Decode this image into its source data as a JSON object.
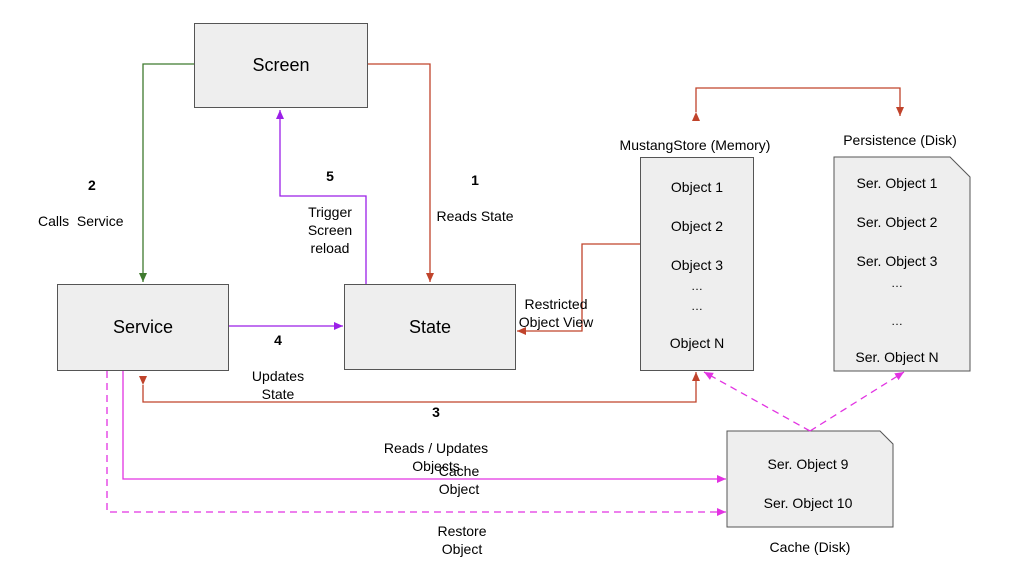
{
  "nodes": {
    "screen": "Screen",
    "service": "Service",
    "state": "State"
  },
  "mustang_store": {
    "caption": "MustangStore (Memory)",
    "items": [
      "Object 1",
      "Object 2",
      "Object 3",
      "…",
      "…",
      "Object N"
    ]
  },
  "persistence": {
    "caption": "Persistence (Disk)",
    "items": [
      "Ser. Object 1",
      "Ser. Object 2",
      "Ser. Object 3",
      "…",
      "…",
      "Ser. Object N"
    ]
  },
  "cache": {
    "caption": "Cache (Disk)",
    "items": [
      "Ser. Object 9",
      "Ser. Object 10"
    ]
  },
  "edges": {
    "reads_state": {
      "step": "1",
      "text": "Reads State"
    },
    "calls_service": {
      "step": "2",
      "text": "Calls  Service"
    },
    "reads_updates_objects": {
      "step": "3",
      "text": "Reads / Updates\nObjects"
    },
    "updates_state": {
      "step": "4",
      "text": "Updates\nState"
    },
    "trigger_reload": {
      "step": "5",
      "text": "Trigger\nScreen\nreload"
    },
    "restricted_view": {
      "text": "Restricted\nObject View"
    },
    "cache_object": {
      "text": "Cache\nObject"
    },
    "restore_object": {
      "text": "Restore\nObject"
    }
  },
  "colors": {
    "red": "#c0432b",
    "green": "#3f7a2e",
    "purple": "#9b1fe8",
    "magenta": "#e233e2",
    "box_fill": "#eeeeee",
    "box_border": "#555555"
  }
}
